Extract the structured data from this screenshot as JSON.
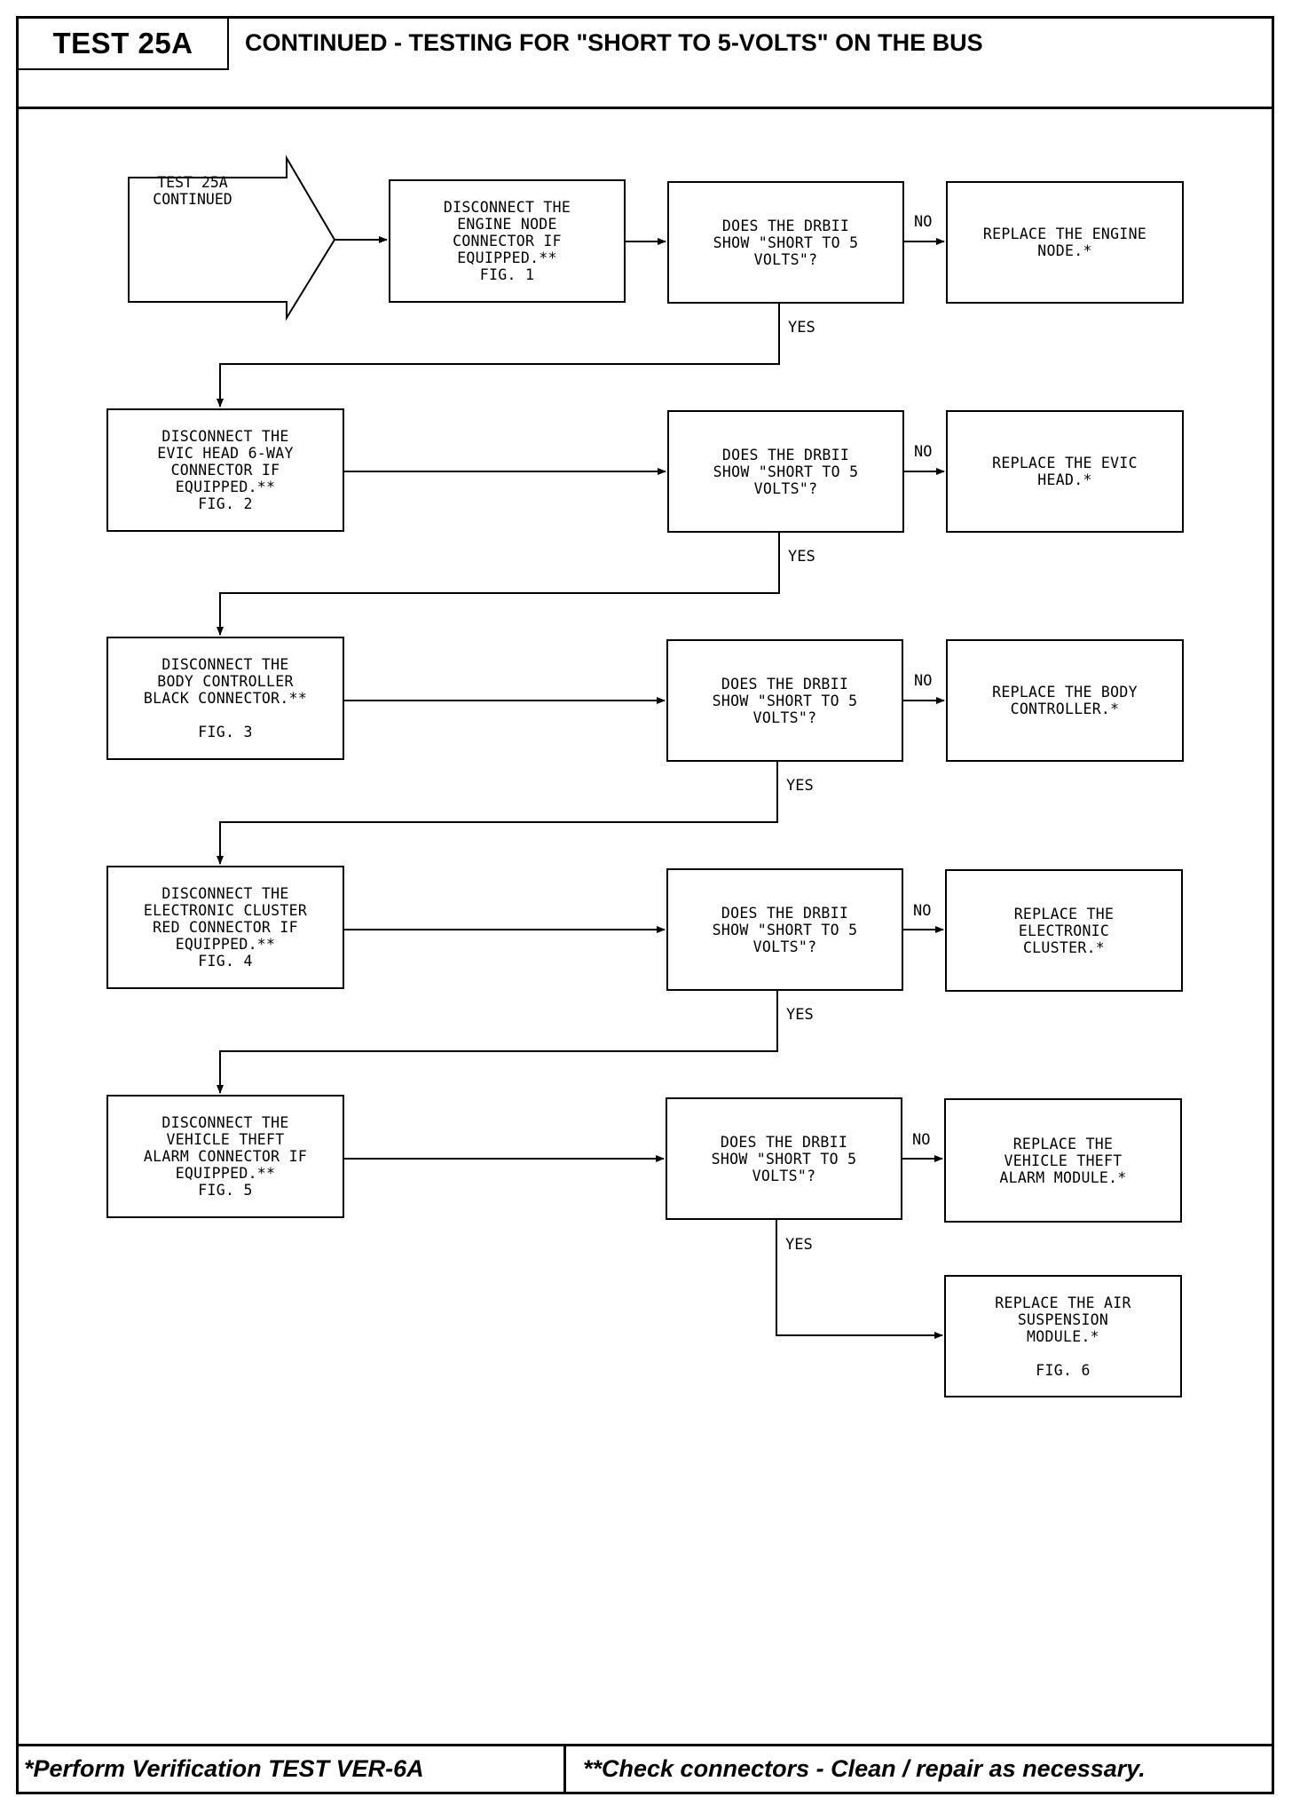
{
  "header": {
    "test_id": "TEST 25A",
    "title": "CONTINUED - TESTING FOR \"SHORT TO 5-VOLTS\" ON THE BUS"
  },
  "flow": {
    "start": "TEST 25A\nCONTINUED",
    "actions": [
      "DISCONNECT THE\nENGINE NODE\nCONNECTOR IF\nEQUIPPED.**\nFIG. 1",
      "DISCONNECT THE\nEVIC HEAD 6-WAY\nCONNECTOR IF\nEQUIPPED.**\nFIG. 2",
      "DISCONNECT THE\nBODY CONTROLLER\nBLACK CONNECTOR.**\n\nFIG. 3",
      "DISCONNECT THE\nELECTRONIC CLUSTER\nRED CONNECTOR IF\nEQUIPPED.**\nFIG. 4",
      "DISCONNECT THE\nVEHICLE THEFT\nALARM CONNECTOR IF\nEQUIPPED.**\nFIG. 5"
    ],
    "questions": [
      "DOES THE DRBII\nSHOW \"SHORT TO 5\nVOLTS\"?",
      "DOES THE DRBII\nSHOW \"SHORT TO 5\nVOLTS\"?",
      "DOES THE DRBII\nSHOW \"SHORT TO 5\nVOLTS\"?",
      "DOES THE DRBII\nSHOW \"SHORT TO 5\nVOLTS\"?",
      "DOES THE DRBII\nSHOW \"SHORT TO 5\nVOLTS\"?"
    ],
    "results": [
      "REPLACE THE ENGINE\nNODE.*",
      "REPLACE THE EVIC\nHEAD.*",
      "REPLACE THE BODY\nCONTROLLER.*",
      "REPLACE THE\nELECTRONIC\nCLUSTER.*",
      "REPLACE THE\nVEHICLE THEFT\nALARM MODULE.*"
    ],
    "final": "REPLACE THE AIR\nSUSPENSION\nMODULE.*\n\nFIG. 6",
    "no_label": "NO",
    "yes_label": "YES"
  },
  "footer": {
    "left": "*Perform Verification TEST VER-6A",
    "right": "**Check connectors - Clean / repair as necessary."
  }
}
